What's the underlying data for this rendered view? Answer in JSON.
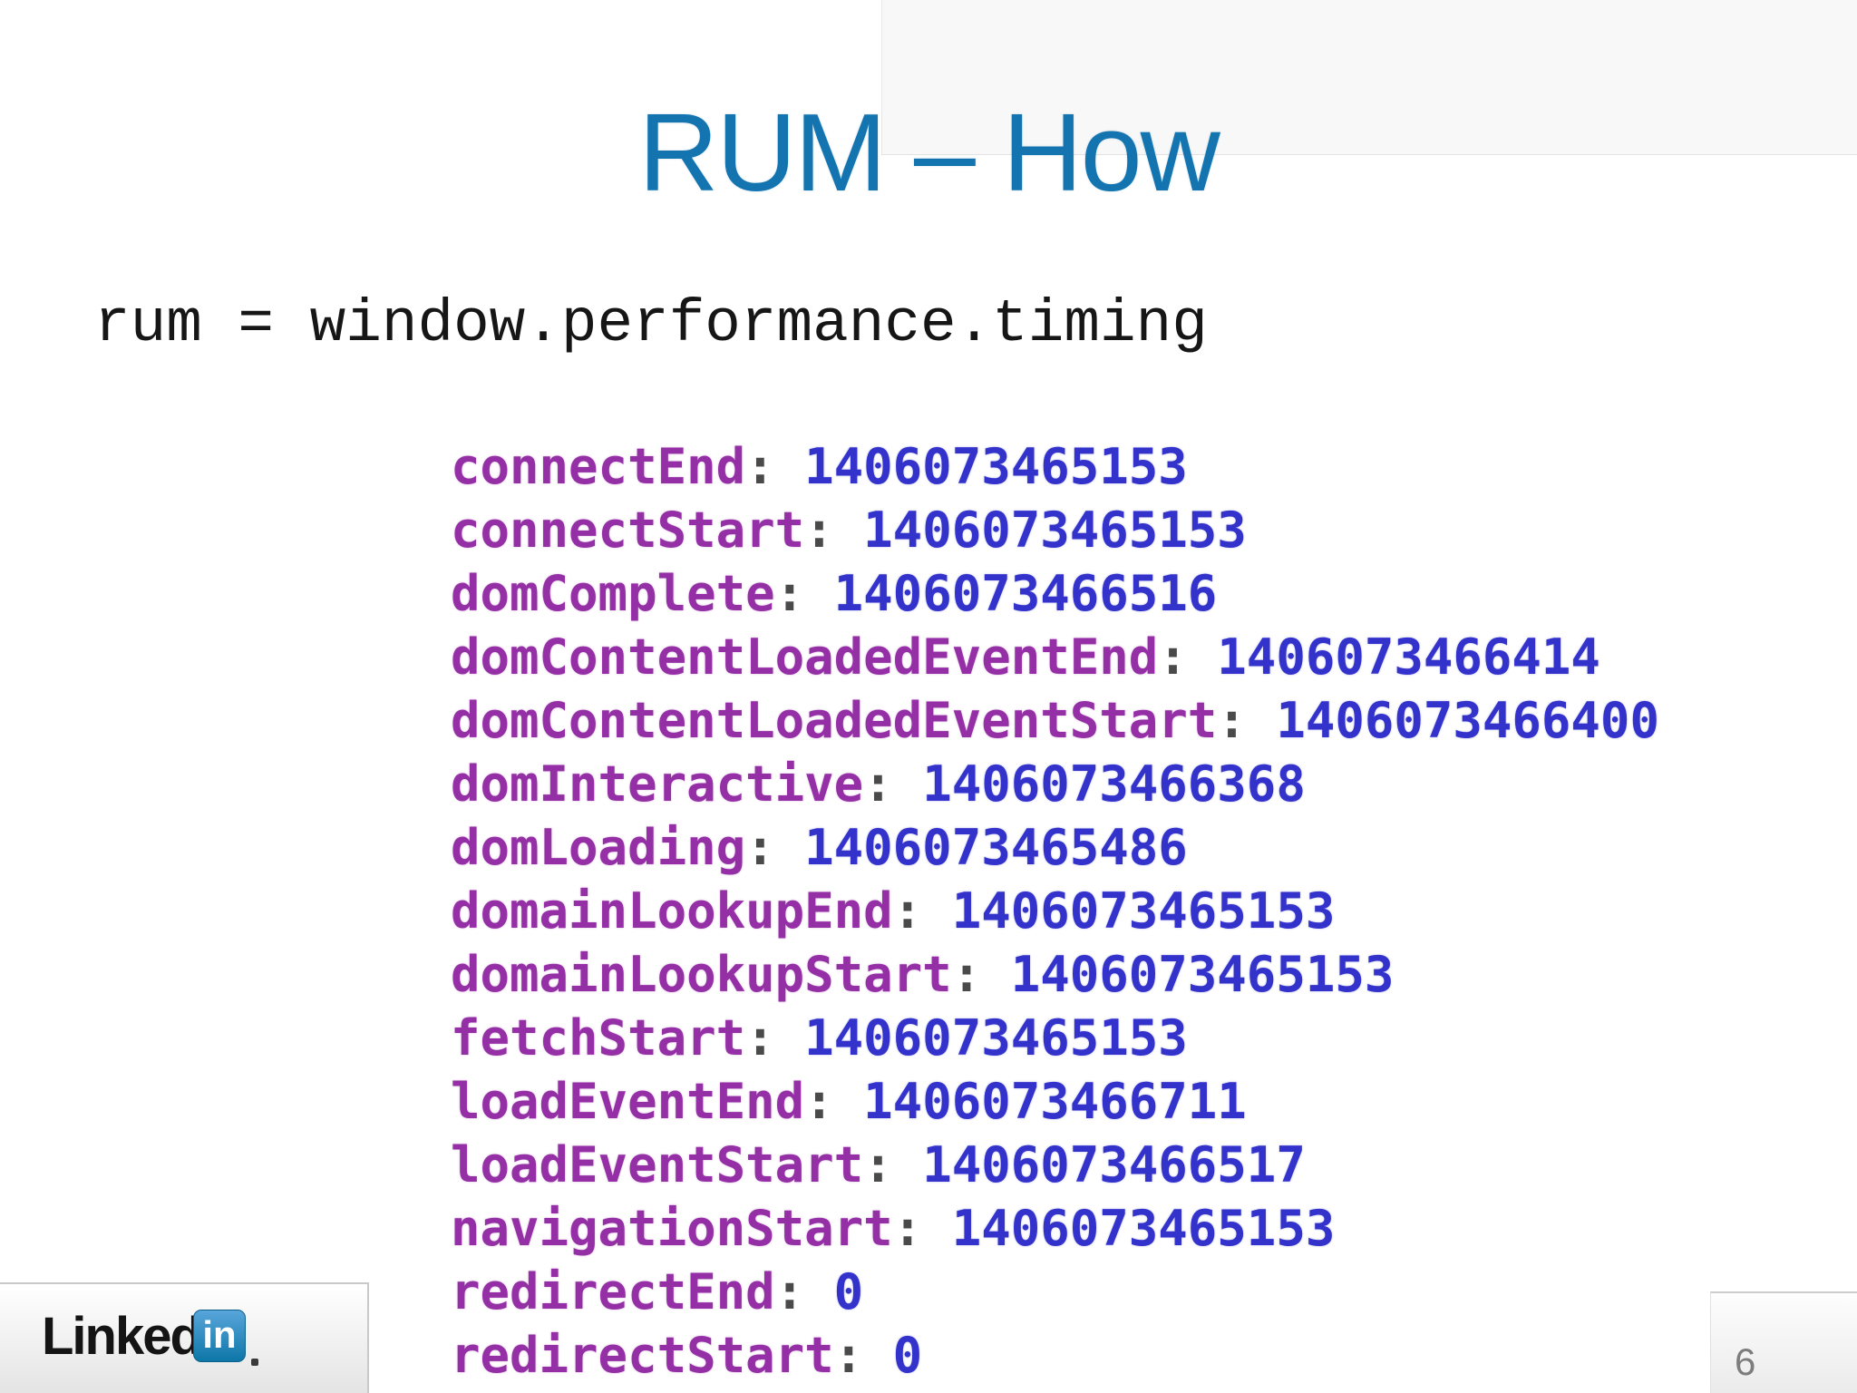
{
  "slide": {
    "title": "RUM – How",
    "code_line": "rum = window.performance.timing"
  },
  "console_output": {
    "separator": ": ",
    "entries": [
      {
        "key": "connectEnd",
        "value": "1406073465153"
      },
      {
        "key": "connectStart",
        "value": "1406073465153"
      },
      {
        "key": "domComplete",
        "value": "1406073466516"
      },
      {
        "key": "domContentLoadedEventEnd",
        "value": "1406073466414"
      },
      {
        "key": "domContentLoadedEventStart",
        "value": "1406073466400"
      },
      {
        "key": "domInteractive",
        "value": "1406073466368"
      },
      {
        "key": "domLoading",
        "value": "1406073465486"
      },
      {
        "key": "domainLookupEnd",
        "value": "1406073465153"
      },
      {
        "key": "domainLookupStart",
        "value": "1406073465153"
      },
      {
        "key": "fetchStart",
        "value": "1406073465153"
      },
      {
        "key": "loadEventEnd",
        "value": "1406073466711"
      },
      {
        "key": "loadEventStart",
        "value": "1406073466517"
      },
      {
        "key": "navigationStart",
        "value": "1406073465153"
      },
      {
        "key": "redirectEnd",
        "value": "0"
      },
      {
        "key": "redirectStart",
        "value": "0"
      }
    ]
  },
  "footer": {
    "linkedin_word": "Linked",
    "linkedin_badge": "in",
    "page_number": "6"
  },
  "colors": {
    "title_blue": "#1474b0",
    "console_key_purple": "#942fa5",
    "console_value_blue": "#3333cc",
    "linkedin_blue": "#0e76a8",
    "page_number_gray": "#7d7d7d"
  }
}
